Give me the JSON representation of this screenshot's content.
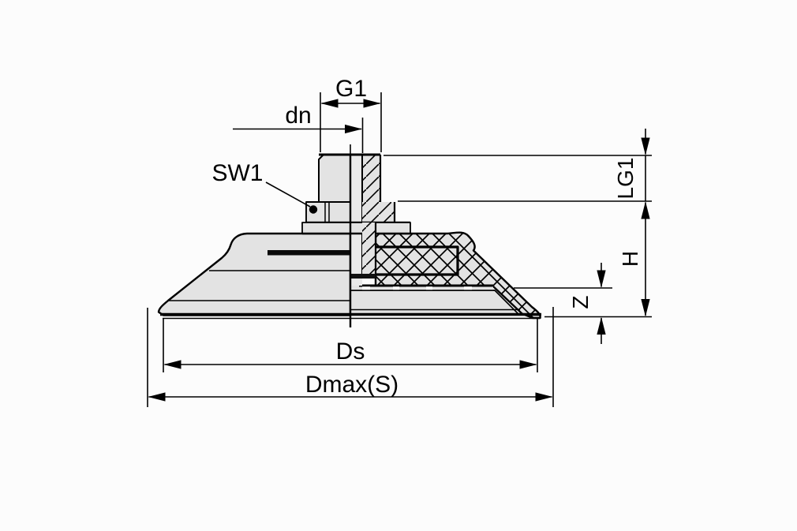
{
  "drawing": {
    "labels": {
      "g1": "G1",
      "dn": "dn",
      "sw1": "SW1",
      "lg1": "LG1",
      "h": "H",
      "z": "Z",
      "ds": "Ds",
      "dmax": "Dmax(S)"
    },
    "colors": {
      "background": "#fcfcfc",
      "part_fill": "#e3e3e3",
      "line": "#000000"
    }
  }
}
